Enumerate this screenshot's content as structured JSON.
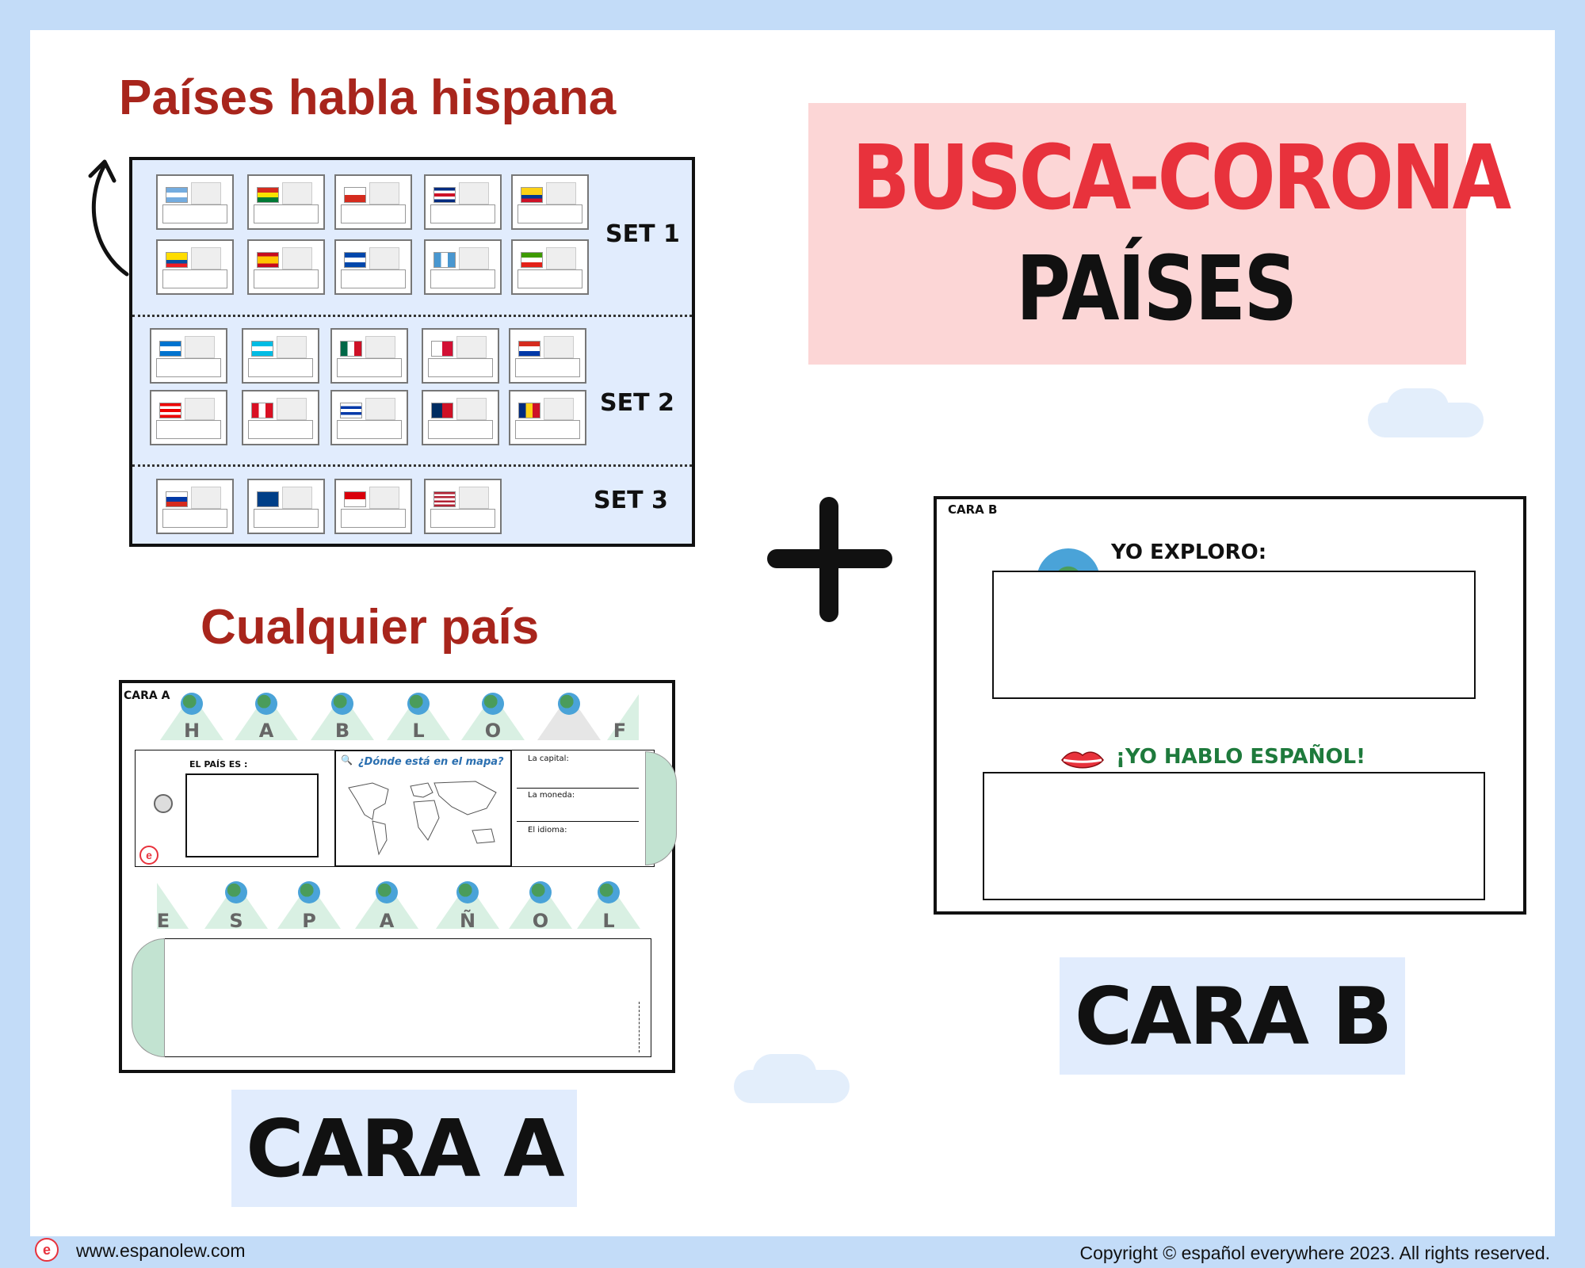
{
  "headings": {
    "paises_habla_hispana": "Países habla hispana",
    "cualquier_pais": "Cualquier país"
  },
  "title": {
    "line1": "BUSCA-CORONA",
    "line2": "PAÍSES"
  },
  "sets": [
    {
      "label": "SET 1"
    },
    {
      "label": "SET 2"
    },
    {
      "label": "SET 3"
    }
  ],
  "plus_sign": "+",
  "cara_a": {
    "label": "CARA A",
    "sheet_tag": "CARA A",
    "top_letters": [
      "H",
      "A",
      "B",
      "L",
      "O",
      "",
      "F"
    ],
    "bottom_letters": [
      "E",
      "S",
      "P",
      "A",
      "Ñ",
      "O",
      "L"
    ],
    "el_pais_es": "EL PAÍS ES :",
    "donde_esta": "¿Dónde está en el mapa?",
    "capital": "La capital:",
    "moneda": "La moneda:",
    "idioma": "El idioma:"
  },
  "cara_b": {
    "label": "CARA B",
    "sheet_tag": "CARA B",
    "yo_exploro": "YO EXPLORO:",
    "yo_hablo": "¡YO HABLO ESPAÑOL!"
  },
  "footer": {
    "website": "www.espanolew.com",
    "copyright": "Copyright © español everywhere 2023. All rights reserved."
  },
  "colors": {
    "background": "#c3dcf8",
    "heading_red": "#a8251c",
    "title_red": "#e8323c",
    "title_box": "#fcd6d6",
    "panel_blue": "#e1ecfd",
    "crown_green": "#d9f0e3",
    "hablo_green": "#1e7a3c"
  }
}
